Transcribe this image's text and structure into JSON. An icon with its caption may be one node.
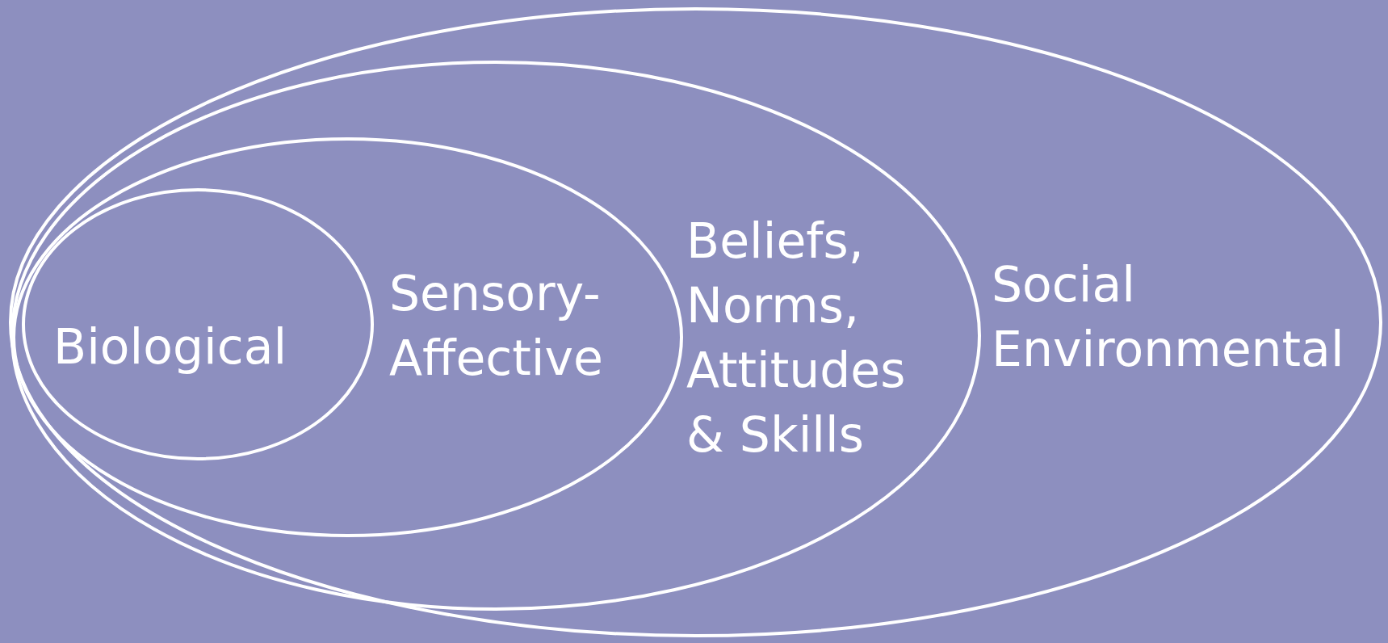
{
  "diagram": {
    "nodes": [
      {
        "text": [
          "Social Environmental"
        ]
      },
      {
        "text": [
          "Beliefs, Norms, Attitudes & Skills"
        ],
        "in": 0
      },
      {
        "text": [
          "Sensory-Affective"
        ],
        "in": 1
      },
      {
        "text": [
          "Biological"
        ],
        "in": 2
      }
    ]
  }
}
